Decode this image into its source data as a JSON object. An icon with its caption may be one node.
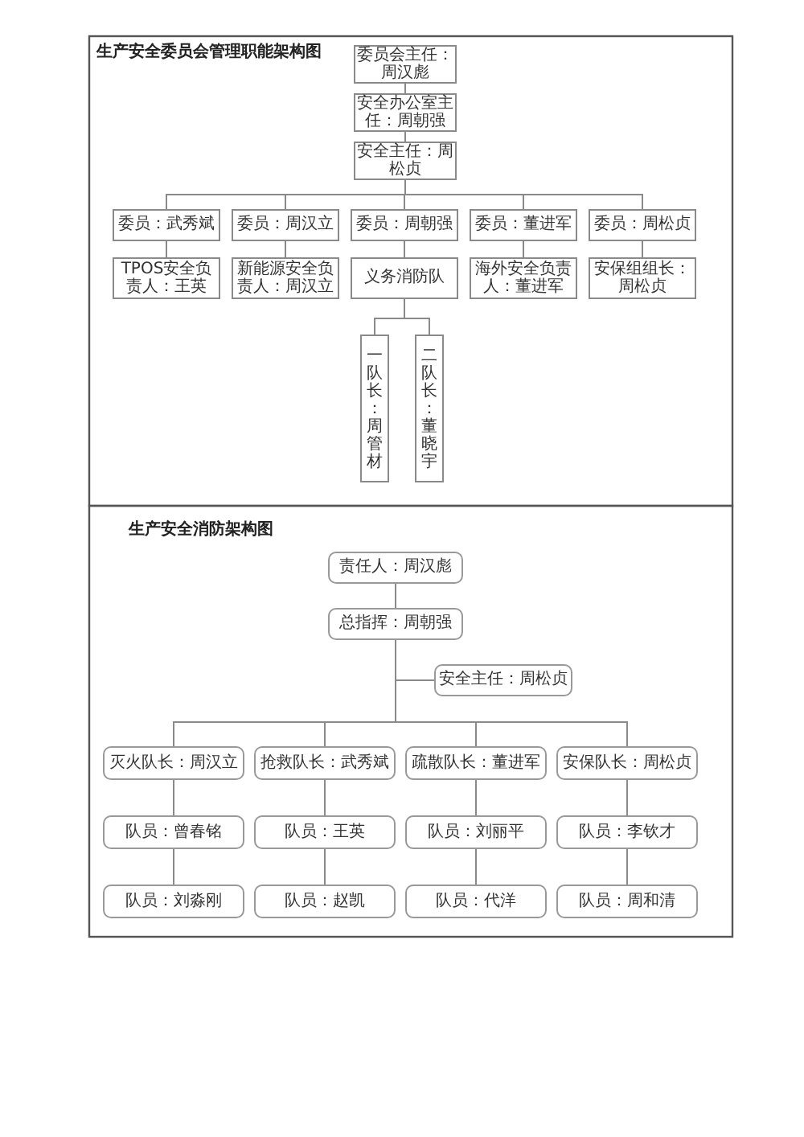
{
  "diagram": {
    "title": "生产安全委员会管理职能架构图",
    "nodes": [
      {
        "text": [
          "委员会主任：周汉彪"
        ]
      },
      {
        "text": [
          "安全办公室主任：周朝强"
        ]
      },
      {
        "text": [
          "安全主任：周松贞"
        ]
      },
      {
        "text": [
          "委员：武秀斌"
        ]
      },
      {
        "text": [
          "委员：周汉立"
        ]
      },
      {
        "text": [
          "委员：周朝强"
        ]
      },
      {
        "text": [
          "委员：董进军"
        ]
      },
      {
        "text": [
          "委员：周松贞"
        ]
      },
      {
        "text": [
          "TPOS安全负责人：王英"
        ]
      },
      {
        "text": [
          "新能源安全负责人：周汉立"
        ]
      },
      {
        "text": [
          "义务消防队"
        ]
      },
      {
        "text": [
          "海外安全负责人：董进军"
        ]
      },
      {
        "text": [
          "安保组组长：周松贞"
        ]
      },
      {
        "text": [
          "一队长：周管材"
        ]
      },
      {
        "text": [
          "二队长：董晓宇"
        ]
      },
      {
        "text": [
          "责任人：周汉彪"
        ]
      },
      {
        "text": [
          "总指挥：周朝强"
        ]
      },
      {
        "text": [
          "安全主任：周松贞"
        ]
      },
      {
        "text": [
          "灭火队长：周汉立"
        ]
      },
      {
        "text": [
          "抢救队长：武秀斌"
        ]
      },
      {
        "text": [
          "疏散队长：董进军"
        ]
      },
      {
        "text": [
          "安保队长：周松贞"
        ]
      },
      {
        "text": [
          "队员：曾春铭"
        ]
      },
      {
        "text": [
          "队员：王英"
        ]
      },
      {
        "text": [
          "队员：刘丽平"
        ]
      },
      {
        "text": [
          "队员：李钦才"
        ]
      },
      {
        "text": [
          "队员：刘淼刚"
        ]
      },
      {
        "text": [
          "队员：赵凯"
        ]
      },
      {
        "text": [
          "队员：代洋"
        ]
      },
      {
        "text": [
          "队员：周和清"
        ]
      }
    ],
    "edges": [
      {
        "from": 0,
        "to": 1,
        "arrow": "none"
      },
      {
        "from": 1,
        "to": 2,
        "arrow": "none"
      },
      {
        "from": 2,
        "to": 3,
        "arrow": "none"
      },
      {
        "from": 2,
        "to": 4,
        "arrow": "none"
      },
      {
        "from": 2,
        "to": 5,
        "arrow": "none"
      },
      {
        "from": 2,
        "to": 6,
        "arrow": "none"
      },
      {
        "from": 2,
        "to": 7,
        "arrow": "none"
      },
      {
        "from": 3,
        "to": 8,
        "arrow": "none"
      },
      {
        "from": 4,
        "to": 9,
        "arrow": "none"
      },
      {
        "from": 5,
        "to": 10,
        "arrow": "none"
      },
      {
        "from": 6,
        "to": 11,
        "arrow": "none"
      },
      {
        "from": 7,
        "to": 12,
        "arrow": "none"
      },
      {
        "from": 10,
        "to": 13,
        "arrow": "none"
      },
      {
        "from": 10,
        "to": 14,
        "arrow": "none"
      },
      {
        "from": 15,
        "to": 16,
        "arrow": "none"
      },
      {
        "from": 16,
        "to": 17,
        "arrow": "none"
      },
      {
        "from": 16,
        "to": 18,
        "arrow": "none"
      },
      {
        "from": 16,
        "to": 19,
        "arrow": "none"
      },
      {
        "from": 16,
        "to": 20,
        "arrow": "none"
      },
      {
        "from": 16,
        "to": 21,
        "arrow": "none"
      },
      {
        "from": 18,
        "to": 22,
        "arrow": "none"
      },
      {
        "from": 19,
        "to": 23,
        "arrow": "none"
      },
      {
        "from": 20,
        "to": 24,
        "arrow": "none"
      },
      {
        "from": 21,
        "to": 25,
        "arrow": "none"
      },
      {
        "from": 22,
        "to": 26,
        "arrow": "none"
      },
      {
        "from": 23,
        "to": 27,
        "arrow": "none"
      },
      {
        "from": 24,
        "to": 28,
        "arrow": "none"
      },
      {
        "from": 25,
        "to": 29,
        "arrow": "none"
      }
    ],
    "labels": [
      "生产安全消防架构图"
    ]
  }
}
